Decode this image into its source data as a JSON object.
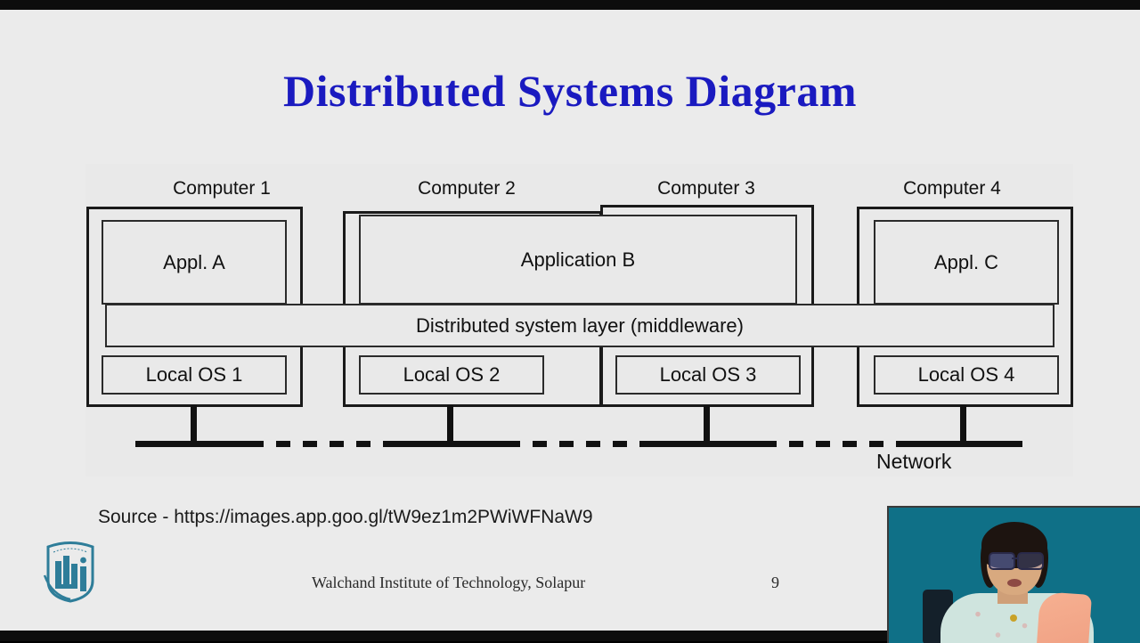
{
  "slide": {
    "title": "Distributed Systems Diagram",
    "title_color": "#1a1ac0",
    "background_color": "#ebebeb",
    "source_line": "Source - https://images.app.goo.gl/tW9ez1m2PWiWFNaW9"
  },
  "diagram": {
    "computer_labels": [
      "Computer 1",
      "Computer 2",
      "Computer 3",
      "Computer 4"
    ],
    "applications": [
      "Appl. A",
      "Application B",
      "Appl. C"
    ],
    "middleware_label": "Distributed system layer (middleware)",
    "local_os": [
      "Local OS 1",
      "Local OS 2",
      "Local OS 3",
      "Local OS 4"
    ],
    "network_label": "Network"
  },
  "footer": {
    "institute": "Walchand Institute of Technology, Solapur",
    "page_number": "9",
    "logo_name": "walchand-institute-logo",
    "logo_color": "#2e7d99"
  },
  "webcam": {
    "background_color": "#0f7087"
  }
}
